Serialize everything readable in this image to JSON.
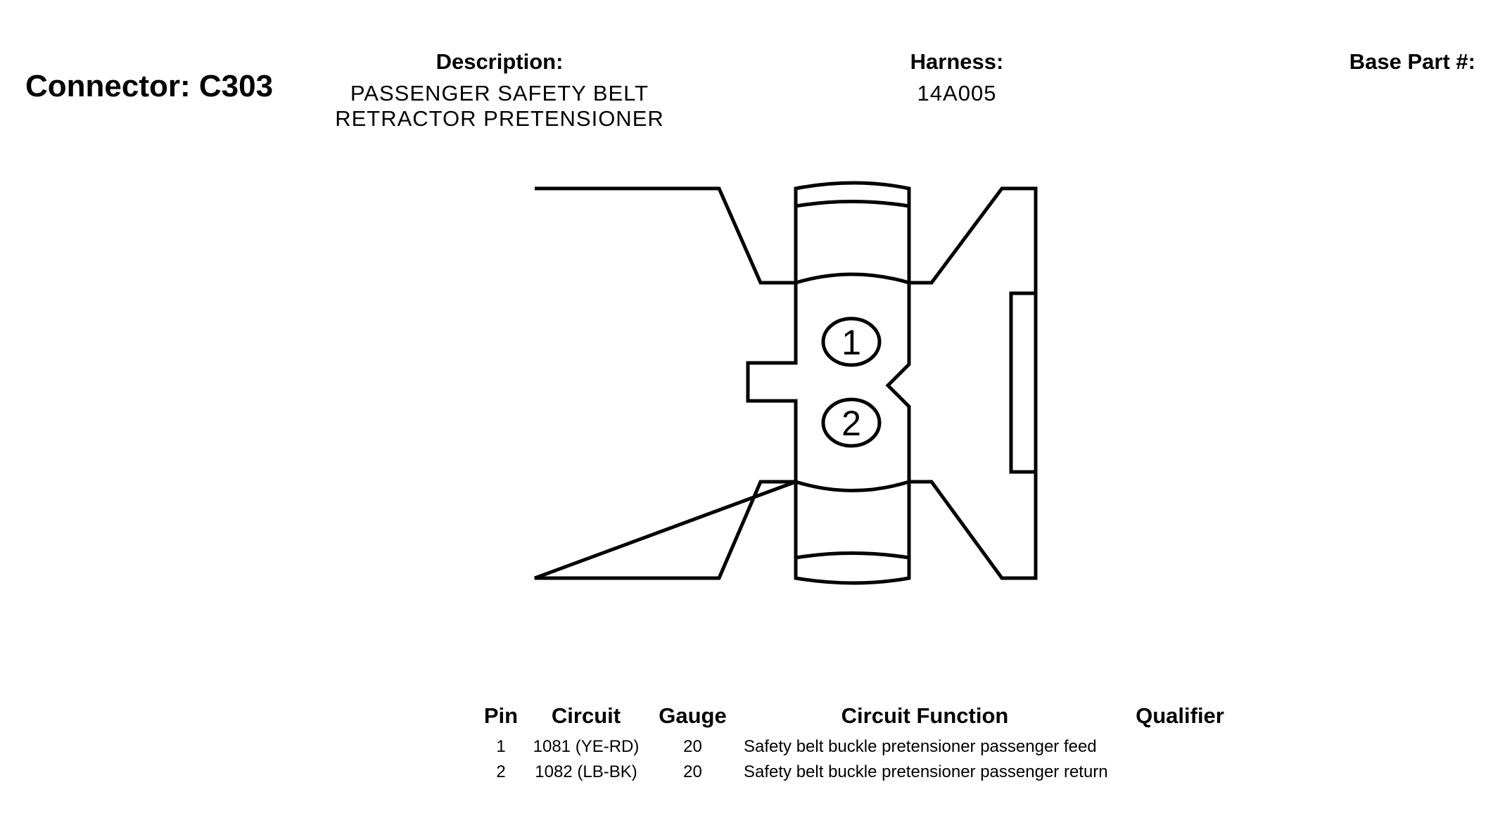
{
  "header": {
    "connector": "Connector: C303",
    "description_label": "Description:",
    "description_lines": [
      "PASSENGER SAFETY BELT",
      "RETRACTOR PRETENSIONER"
    ],
    "harness_label": "Harness:",
    "harness_value": "14A005",
    "base_part_label": "Base Part #:"
  },
  "diagram": {
    "pins": [
      "1",
      "2"
    ]
  },
  "table": {
    "columns": [
      "Pin",
      "Circuit",
      "Gauge",
      "Circuit Function",
      "Qualifier"
    ],
    "rows": [
      {
        "pin": "1",
        "circuit": "1081 (YE-RD)",
        "gauge": "20",
        "function": "Safety belt buckle pretensioner passenger feed",
        "qualifier": ""
      },
      {
        "pin": "2",
        "circuit": "1082 (LB-BK)",
        "gauge": "20",
        "function": "Safety belt buckle pretensioner passenger return",
        "qualifier": ""
      }
    ]
  }
}
